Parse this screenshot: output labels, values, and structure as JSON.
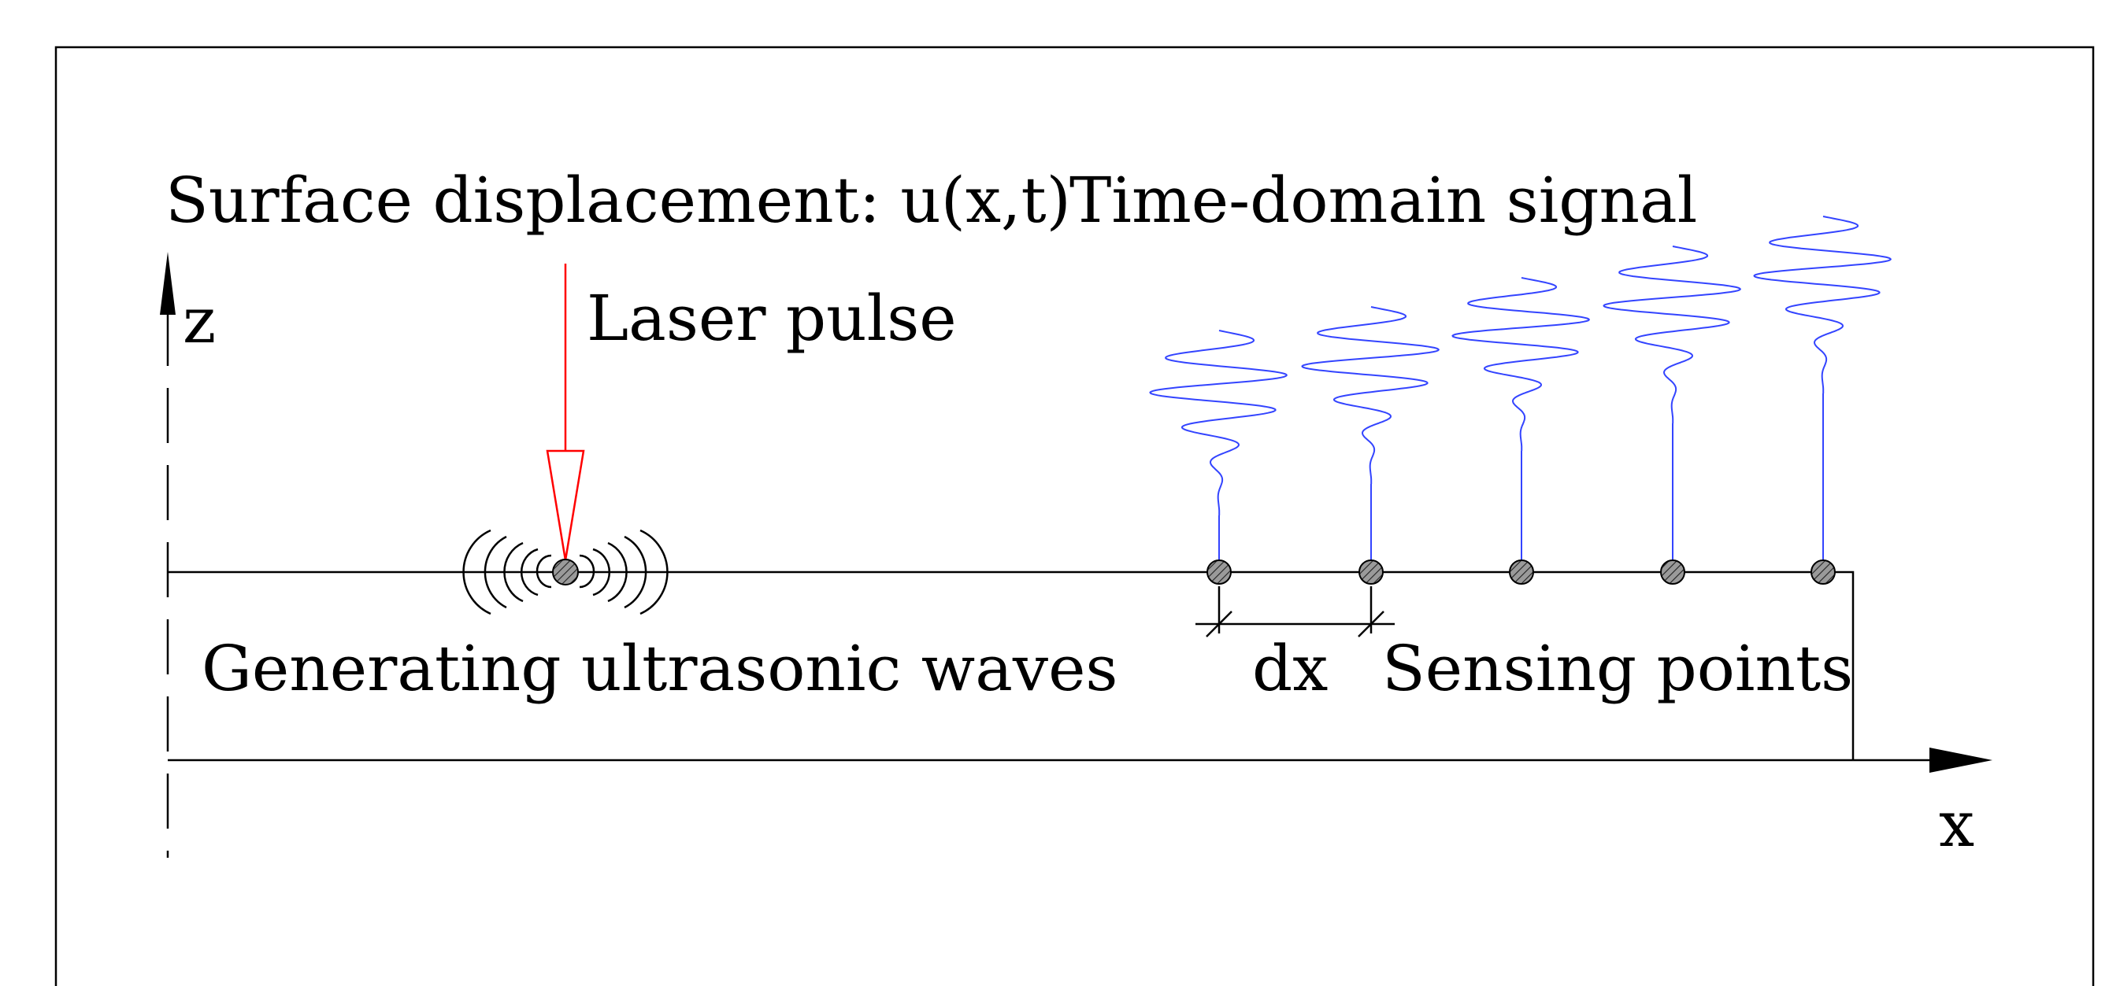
{
  "labels": {
    "surface_displacement": "Surface displacement: u(x,t)",
    "time_domain_signal": "Time-domain signal",
    "z_axis": "z",
    "laser_pulse": "Laser pulse",
    "generating_waves": "Generating ultrasonic waves",
    "dx": "dx",
    "sensing_points": "Sensing points",
    "x_axis": "x"
  },
  "colors": {
    "outline": "#000000",
    "laser": "#ff0000",
    "signal": "#3344ff",
    "point_fill": "#888888"
  },
  "sensing_point_count": 5
}
